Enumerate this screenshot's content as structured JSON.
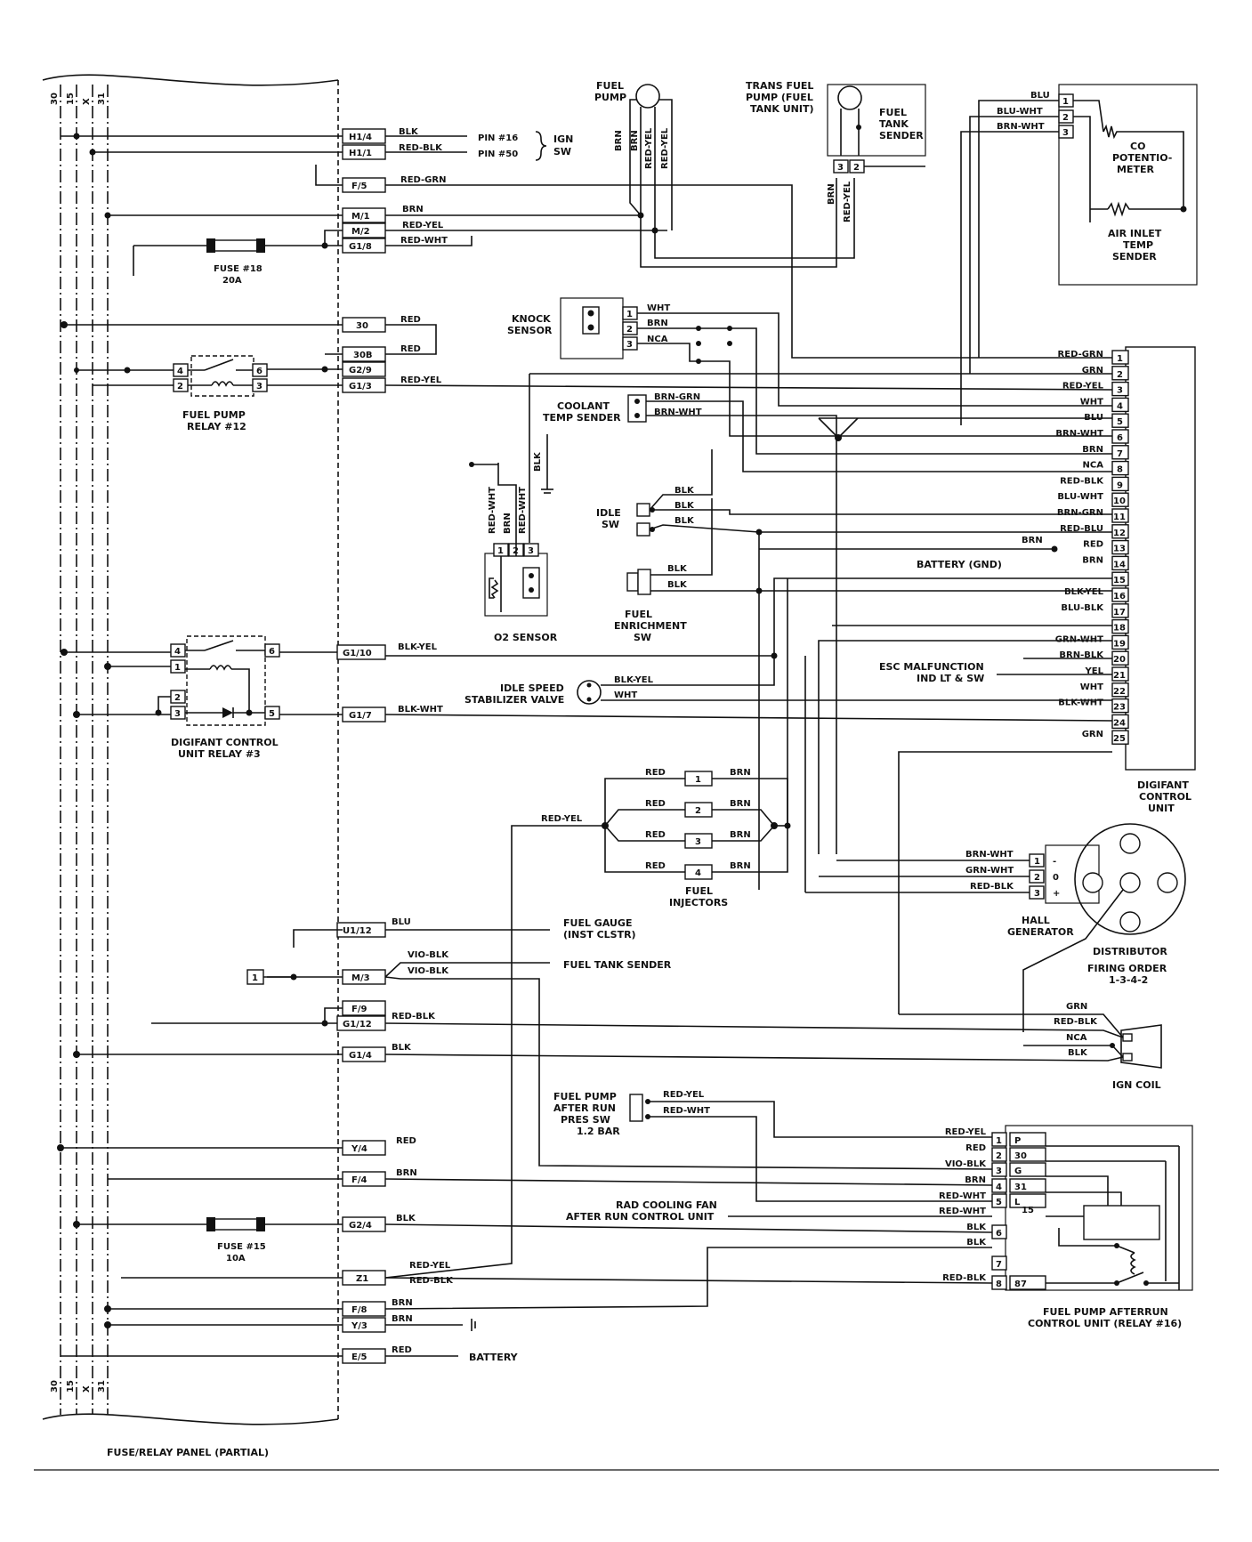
{
  "fuse_panel": {
    "terminals_top": [
      "30",
      "15",
      "X",
      "31"
    ],
    "terminals_bottom": [
      "30",
      "15",
      "X",
      "31"
    ],
    "connectors": [
      "H1/4",
      "H1/1",
      "F/5",
      "M/1",
      "M/2",
      "G1/8",
      "30",
      "30B",
      "G2/9",
      "G1/3",
      "G1/10",
      "G1/7",
      "U1/12",
      "M/3",
      "F/9",
      "G1/12",
      "G1/4",
      "Y/4",
      "F/4",
      "G2/4",
      "Z1",
      "F/8",
      "Y/3",
      "E/5"
    ],
    "title": "FUSE/RELAY PANEL (PARTIAL)",
    "m3_input": "1"
  },
  "fuses": {
    "fuse18": {
      "label": "FUSE #18",
      "rating": "20A"
    },
    "fuse15": {
      "label": "FUSE #15",
      "rating": "10A"
    }
  },
  "relays": {
    "fuel_pump_relay": {
      "label1": "FUEL PUMP",
      "label2": "RELAY #12",
      "pins": [
        "4",
        "2",
        "6",
        "3"
      ]
    },
    "digifant_relay": {
      "label1": "DIGIFANT CONTROL",
      "label2": "UNIT RELAY #3",
      "pins": [
        "4",
        "1",
        "2",
        "3",
        "6",
        "5"
      ]
    }
  },
  "ign_sw": {
    "wires": [
      "BLK",
      "RED-BLK"
    ],
    "pins": [
      "PIN #16",
      "PIN #50"
    ],
    "label1": "IGN",
    "label2": "SW"
  },
  "wire_labels": {
    "f5": "RED-GRN",
    "m1": "BRN",
    "m2": "RED-YEL",
    "g18": "RED-WHT",
    "r30": "RED",
    "r30b": "RED",
    "g13": "RED-YEL",
    "g110": "BLK-YEL",
    "g17": "BLK-WHT",
    "u112": "BLU",
    "m3a": "VIO-BLK",
    "m3b": "VIO-BLK",
    "g112": "RED-BLK",
    "g14": "BLK",
    "y4": "RED",
    "f4": "BRN",
    "g24": "BLK",
    "z1a": "RED-YEL",
    "z1b": "RED-BLK",
    "f8": "BRN",
    "y3": "BRN",
    "e5": "RED"
  },
  "fuel_pump": {
    "label1": "FUEL",
    "label2": "PUMP",
    "wires": [
      "BRN",
      "BRN",
      "RED-YEL",
      "RED-YEL"
    ]
  },
  "trans_pump": {
    "label1": "TRANS FUEL",
    "label2": "PUMP (FUEL",
    "label3": "TANK UNIT)",
    "sender1": "FUEL",
    "sender2": "TANK",
    "sender3": "SENDER",
    "pins": [
      "3",
      "2"
    ],
    "wires": [
      "BRN",
      "RED-YEL"
    ]
  },
  "co_pot": {
    "wires": [
      "BLU",
      "BLU-WHT",
      "BRN-WHT"
    ],
    "pins": [
      "1",
      "2",
      "3"
    ],
    "co1": "CO",
    "co2": "POTENTIO-",
    "co3": "METER",
    "air1": "AIR INLET",
    "air2": "TEMP",
    "air3": "SENDER"
  },
  "knock": {
    "label1": "KNOCK",
    "label2": "SENSOR",
    "pins": [
      "1",
      "2",
      "3"
    ],
    "wires": [
      "WHT",
      "BRN",
      "NCA"
    ]
  },
  "coolant": {
    "label1": "COOLANT",
    "label2": "TEMP SENDER",
    "wires": [
      "BRN-GRN",
      "BRN-WHT"
    ]
  },
  "o2": {
    "label": "O2 SENSOR",
    "pins": [
      "1",
      "2",
      "3"
    ],
    "wires": [
      "RED-WHT",
      "BRN",
      "RED-WHT"
    ],
    "blk": "BLK"
  },
  "idle_sw": {
    "label1": "IDLE",
    "label2": "SW",
    "wires": [
      "BLK",
      "BLK",
      "BLK"
    ]
  },
  "fuel_enrich": {
    "label1": "FUEL",
    "label2": "ENRICHMENT",
    "label3": "SW",
    "wires": [
      "BLK",
      "BLK"
    ]
  },
  "isv": {
    "label1": "IDLE SPEED",
    "label2": "STABILIZER VALVE",
    "wires": [
      "BLK-YEL",
      "WHT"
    ]
  },
  "ecu": {
    "label1": "DIGIFANT",
    "label2": "CONTROL",
    "label3": "UNIT",
    "pins": [
      "1",
      "2",
      "3",
      "4",
      "5",
      "6",
      "7",
      "8",
      "9",
      "10",
      "11",
      "12",
      "13",
      "14",
      "15",
      "16",
      "17",
      "18",
      "19",
      "20",
      "21",
      "22",
      "23",
      "24",
      "25"
    ],
    "wires": [
      "RED-GRN",
      "GRN",
      "RED-YEL",
      "WHT",
      "BLU",
      "BRN-WHT",
      "BRN",
      "NCA",
      "RED-BLK",
      "BLU-WHT",
      "BRN-GRN",
      "RED-BLU",
      "RED",
      "BRN",
      "",
      "BLK-YEL",
      "BLU-BLK",
      "",
      "GRN-WHT",
      "BRN-BLK",
      "YEL",
      "WHT",
      "BLK-WHT",
      "",
      "GRN"
    ],
    "brn12": "BRN",
    "battery": "BATTERY (GND)",
    "esc1": "ESC MALFUNCTION",
    "esc2": "IND LT & SW"
  },
  "injectors": {
    "label1": "FUEL",
    "label2": "INJECTORS",
    "numbers": [
      "1",
      "2",
      "3",
      "4"
    ],
    "left": "RED",
    "right": "BRN",
    "feed": "RED-YEL"
  },
  "hall": {
    "label1": "HALL",
    "label2": "GENERATOR",
    "wires": [
      "BRN-WHT",
      "GRN-WHT",
      "RED-BLK"
    ],
    "pins": [
      "1",
      "2",
      "3"
    ],
    "signs": [
      "-",
      "0",
      "+"
    ]
  },
  "distributor": {
    "label1": "DISTRIBUTOR",
    "label2": "FIRING ORDER",
    "label3": "1-3-4-2"
  },
  "ign_coil": {
    "label": "IGN COIL",
    "wires": [
      "GRN",
      "RED-BLK",
      "NCA",
      "BLK"
    ]
  },
  "gauges": {
    "fuel_gauge1": "FUEL GAUGE",
    "fuel_gauge2": "(INST CLSTR)",
    "tank_sender": "FUEL TANK SENDER"
  },
  "after_run_sw": {
    "label1": "FUEL PUMP",
    "label2": "AFTER RUN",
    "label3": "PRES SW",
    "label4": "1.2 BAR",
    "wires": [
      "RED-YEL",
      "RED-WHT"
    ]
  },
  "rad_fan": {
    "label1": "RAD COOLING FAN",
    "label2": "AFTER RUN CONTROL UNIT"
  },
  "afterrun_unit": {
    "label1": "FUEL PUMP AFTERRUN",
    "label2": "CONTROL UNIT (RELAY #16)",
    "pins": [
      "1",
      "2",
      "3",
      "4",
      "5",
      "6",
      "7",
      "8"
    ],
    "terms": [
      "P",
      "30",
      "G",
      "31",
      "L",
      "15",
      "87"
    ],
    "wires": [
      "RED-YEL",
      "RED",
      "VIO-BLK",
      "BRN",
      "RED-WHT",
      "RED-WHT",
      "BLK",
      "BLK",
      "RED-BLK"
    ]
  },
  "battery": "BATTERY"
}
